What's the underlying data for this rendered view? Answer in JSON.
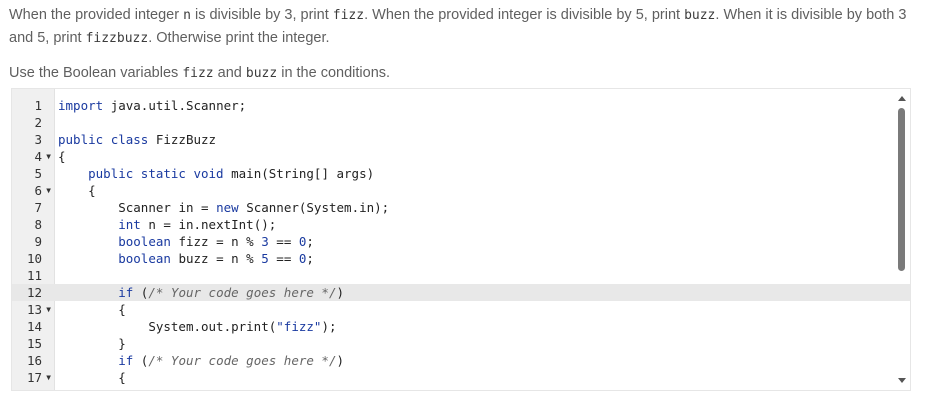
{
  "instructions": {
    "line1": {
      "part1": "When the provided integer ",
      "code1": "n",
      "part2": " is divisible by 3, print ",
      "code2": "fizz",
      "part3": ". When the provided integer is divisible by 5, print ",
      "code3": "buzz",
      "part4": ". When it is divisible by both 3 and 5, print ",
      "code4": "fizzbuzz",
      "part5": ". Otherwise print the integer."
    },
    "line2": {
      "part1": "Use the Boolean variables ",
      "code1": "fizz",
      "part2": " and ",
      "code2": "buzz",
      "part3": " in the conditions."
    }
  },
  "editor": {
    "active_line": 12,
    "lines": [
      {
        "num": "1",
        "fold": "",
        "code": "import java.util.Scanner;"
      },
      {
        "num": "2",
        "fold": "",
        "code": ""
      },
      {
        "num": "3",
        "fold": "",
        "code": "public class FizzBuzz"
      },
      {
        "num": "4",
        "fold": "▾",
        "code": "{"
      },
      {
        "num": "5",
        "fold": "",
        "code": "    public static void main(String[] args)"
      },
      {
        "num": "6",
        "fold": "▾",
        "code": "    {"
      },
      {
        "num": "7",
        "fold": "",
        "code": "        Scanner in = new Scanner(System.in);"
      },
      {
        "num": "8",
        "fold": "",
        "code": "        int n = in.nextInt();"
      },
      {
        "num": "9",
        "fold": "",
        "code": "        boolean fizz = n % 3 == 0;"
      },
      {
        "num": "10",
        "fold": "",
        "code": "        boolean buzz = n % 5 == 0;"
      },
      {
        "num": "11",
        "fold": "",
        "code": ""
      },
      {
        "num": "12",
        "fold": "",
        "code": "        if (/* Your code goes here */)"
      },
      {
        "num": "13",
        "fold": "▾",
        "code": "        {"
      },
      {
        "num": "14",
        "fold": "",
        "code": "            System.out.print(\"fizz\");"
      },
      {
        "num": "15",
        "fold": "",
        "code": "        }"
      },
      {
        "num": "16",
        "fold": "",
        "code": "        if (/* Your code goes here */)"
      },
      {
        "num": "17",
        "fold": "▾",
        "code": "        {"
      }
    ]
  }
}
